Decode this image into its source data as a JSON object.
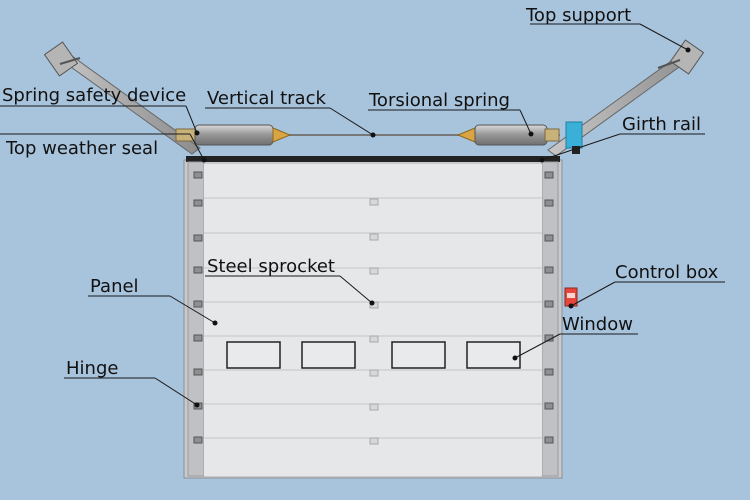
{
  "labels": {
    "top_support": "Top support",
    "spring_safety_device": "Spring safety device",
    "vertical_track": "Vertical track",
    "torsional_spring": "Torsional spring",
    "girth_rail": "Girth rail",
    "top_weather_seal": "Top weather seal",
    "steel_sprocket": "Steel sprocket",
    "control_box": "Control box",
    "panel": "Panel",
    "window": "Window",
    "hinge": "Hinge"
  },
  "colors": {
    "background": "#a8c3dc",
    "door_panel": "#e6e7e8",
    "frame": "#b9bbbe",
    "dark_edge": "#2a2a2a",
    "leader_line": "#1a1a1a",
    "control_box": "#e8453c",
    "motor": "#3ab0d8"
  }
}
